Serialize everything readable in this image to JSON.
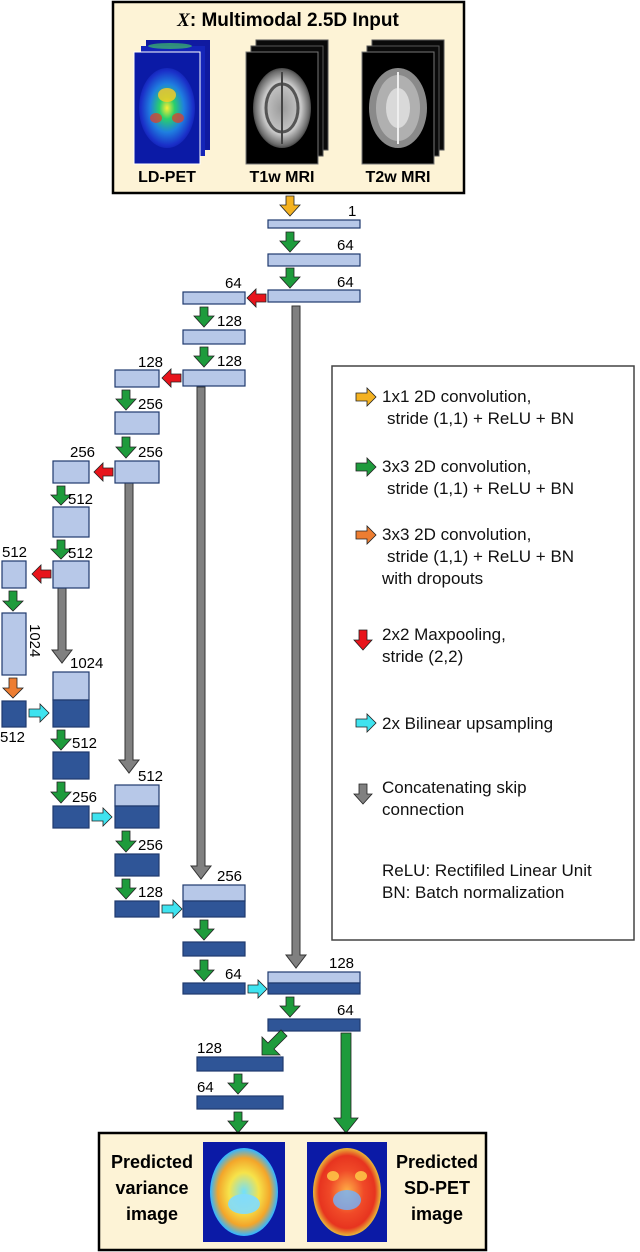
{
  "input_box": {
    "title_var": "X",
    "title_rest": ": Multimodal 2.5D Input",
    "images": [
      {
        "label": "LD-PET"
      },
      {
        "label": "T1w MRI"
      },
      {
        "label": "T2w MRI"
      }
    ]
  },
  "channel_labels": {
    "enc1_in": "1",
    "enc1_a": "64",
    "enc1_b": "64",
    "enc2_in": "64",
    "enc2_a": "128",
    "enc2_b": "128",
    "enc3_in": "128",
    "enc3_a": "256",
    "enc3_b": "256",
    "enc4_in": "256",
    "enc4_a": "512",
    "enc4_b": "512",
    "bott_in": "512",
    "bott_mid": "1024",
    "bott_up": "1024",
    "bott_out": "512",
    "dec4_a": "512",
    "dec4_b": "256",
    "dec4_skip": "512",
    "dec3_a": "256",
    "dec3_b": "128",
    "dec3_skip": "256",
    "dec2_b": "64",
    "dec2_skip": "128",
    "dec1_a": "64",
    "head_a": "128",
    "head_b": "64"
  },
  "legend": {
    "items": [
      {
        "arrow": "orange",
        "lines": [
          "1x1 2D convolution,",
          "stride (1,1) + ReLU + BN"
        ]
      },
      {
        "arrow": "green",
        "lines": [
          "3x3 2D convolution,",
          "stride (1,1) + ReLU + BN"
        ]
      },
      {
        "arrow": "dark-orange",
        "lines": [
          "3x3 2D convolution,",
          "stride (1,1) + ReLU + BN",
          "with dropouts"
        ]
      },
      {
        "arrow": "red",
        "lines": [
          "2x2 Maxpooling,",
          "stride (2,2)"
        ]
      },
      {
        "arrow": "cyan",
        "lines": [
          "2x Bilinear upsampling"
        ]
      },
      {
        "arrow": "gray",
        "lines": [
          "Concatenating skip",
          "connection"
        ]
      }
    ],
    "notes": [
      "ReLU: Rectifiled Linear Unit",
      "BN: Batch normalization"
    ]
  },
  "output_box": {
    "left_label": [
      "Predicted",
      "variance",
      "image"
    ],
    "right_label": [
      "Predicted",
      "SD-PET",
      "image"
    ]
  },
  "colors": {
    "light_block": "#b7c8e8",
    "dark_block": "#2f5597",
    "box_fill": "#fdf3d6",
    "orange": "#f4b221",
    "green": "#1e9b3c",
    "dark_orange": "#ed7d31",
    "red": "#e8141b",
    "cyan": "#3fe3ef",
    "gray": "#808080"
  }
}
